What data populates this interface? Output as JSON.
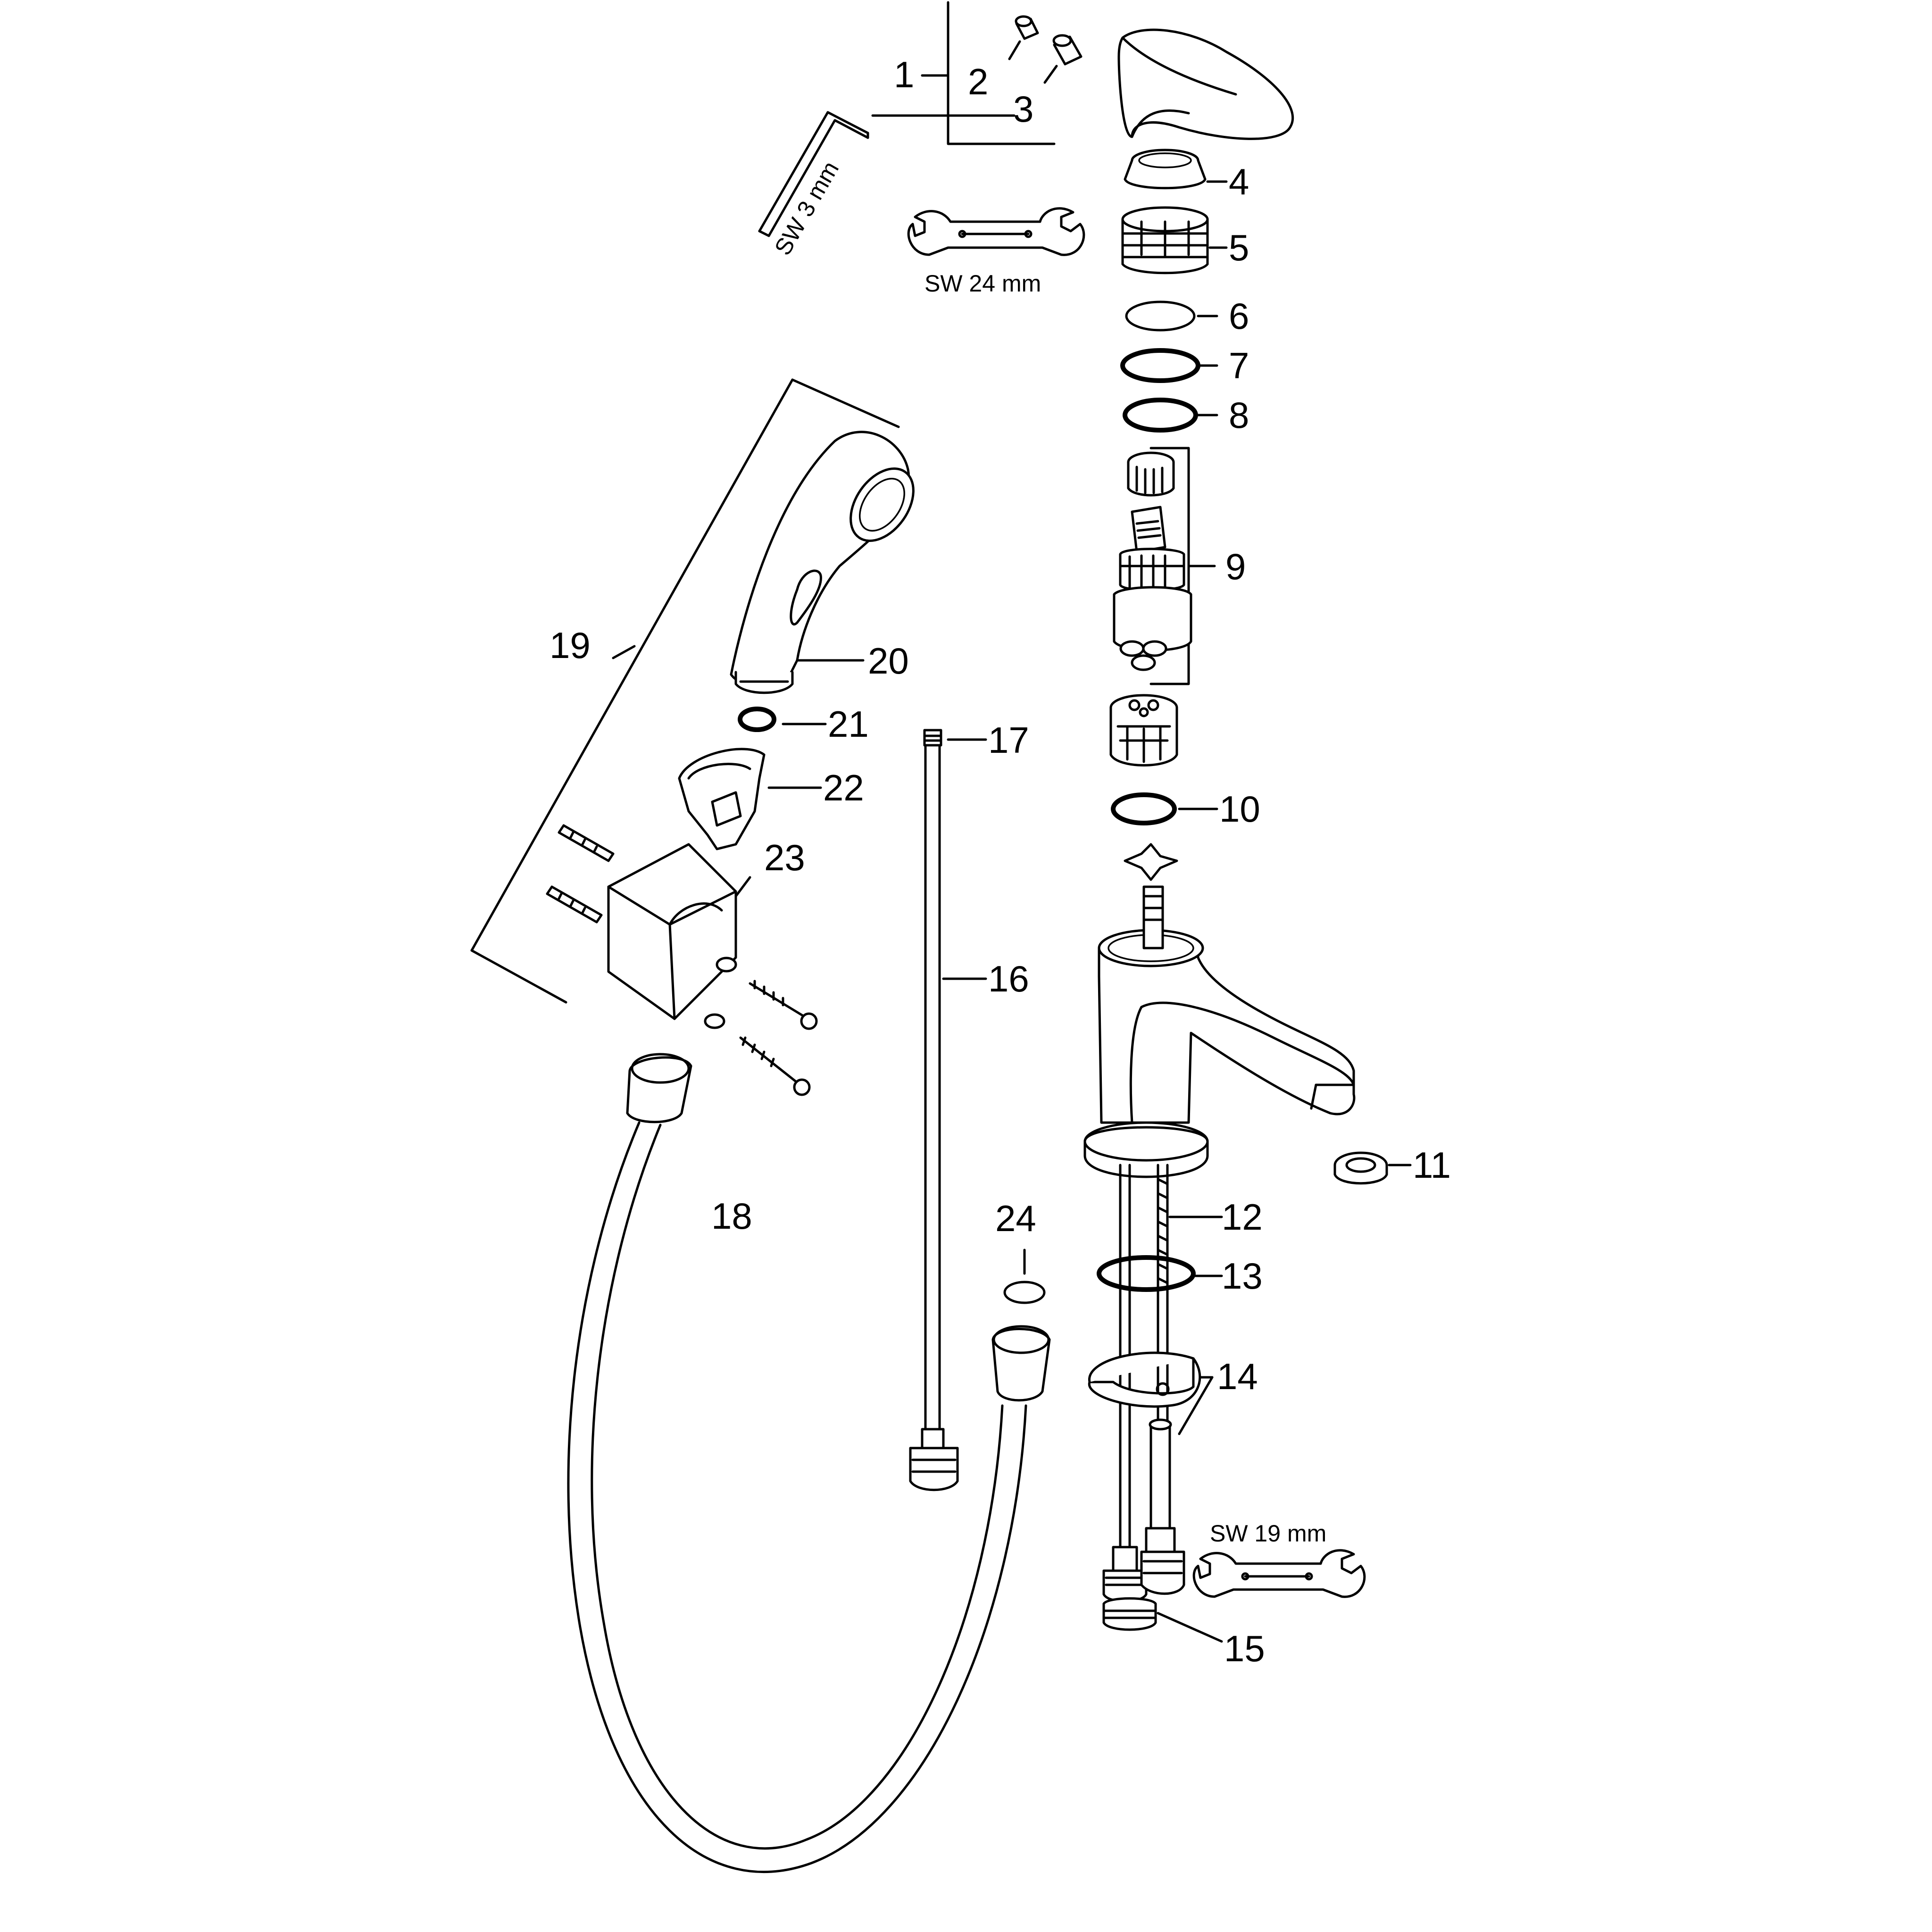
{
  "callouts": [
    {
      "id": "1",
      "text": "1"
    },
    {
      "id": "2",
      "text": "2"
    },
    {
      "id": "3a",
      "text": "3"
    },
    {
      "id": "3b",
      "text": "3"
    },
    {
      "id": "4",
      "text": "4"
    },
    {
      "id": "5",
      "text": "5"
    },
    {
      "id": "6",
      "text": "6"
    },
    {
      "id": "7",
      "text": "7"
    },
    {
      "id": "8",
      "text": "8"
    },
    {
      "id": "9",
      "text": "9"
    },
    {
      "id": "10",
      "text": "10"
    },
    {
      "id": "11",
      "text": "11"
    },
    {
      "id": "12",
      "text": "12"
    },
    {
      "id": "13",
      "text": "13"
    },
    {
      "id": "14",
      "text": "14"
    },
    {
      "id": "15",
      "text": "15"
    },
    {
      "id": "16",
      "text": "16"
    },
    {
      "id": "17",
      "text": "17"
    },
    {
      "id": "18",
      "text": "18"
    },
    {
      "id": "19",
      "text": "19"
    },
    {
      "id": "20",
      "text": "20"
    },
    {
      "id": "21",
      "text": "21"
    },
    {
      "id": "22",
      "text": "22"
    },
    {
      "id": "23",
      "text": "23"
    },
    {
      "id": "24",
      "text": "24"
    }
  ],
  "tool_labels": {
    "hex_key": "SW 3 mm",
    "wrench_top": "SW 24 mm",
    "wrench_bottom": "SW 19 mm"
  }
}
